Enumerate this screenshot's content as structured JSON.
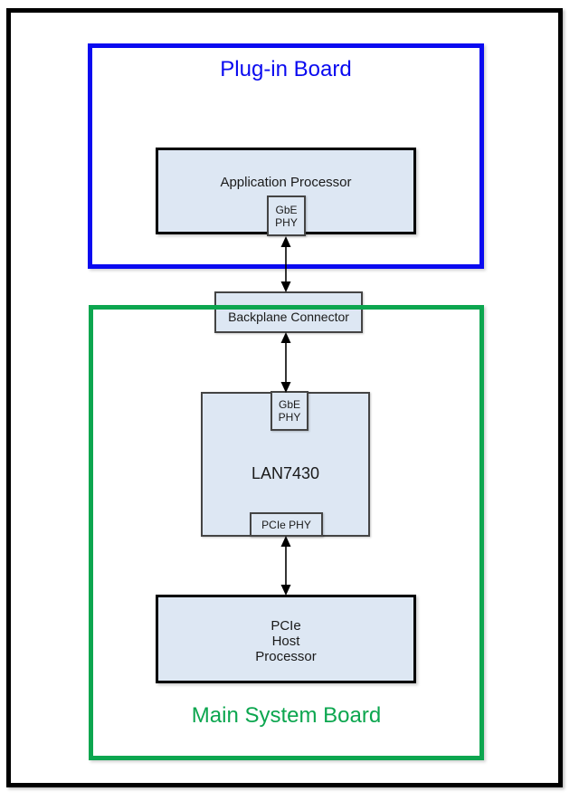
{
  "colors": {
    "accent-blue": "#0a0af0",
    "accent-green": "#0ca64f",
    "box-fill": "#dde7f3",
    "thin-border": "#444444",
    "thick-border": "#000000"
  },
  "plugin_board": {
    "label": "Plug-in Board",
    "application_processor": {
      "label": "Application Processor",
      "gbe_phy_label": "GbE\nPHY"
    }
  },
  "backplane_connector": {
    "label": "Backplane Connector"
  },
  "main_system_board": {
    "label": "Main System Board",
    "lan7430": {
      "label": "LAN7430",
      "gbe_phy_label": "GbE\nPHY",
      "pcie_phy_label": "PCIe PHY"
    },
    "pcie_host_processor": {
      "label": "PCIe\nHost\nProcessor"
    }
  }
}
